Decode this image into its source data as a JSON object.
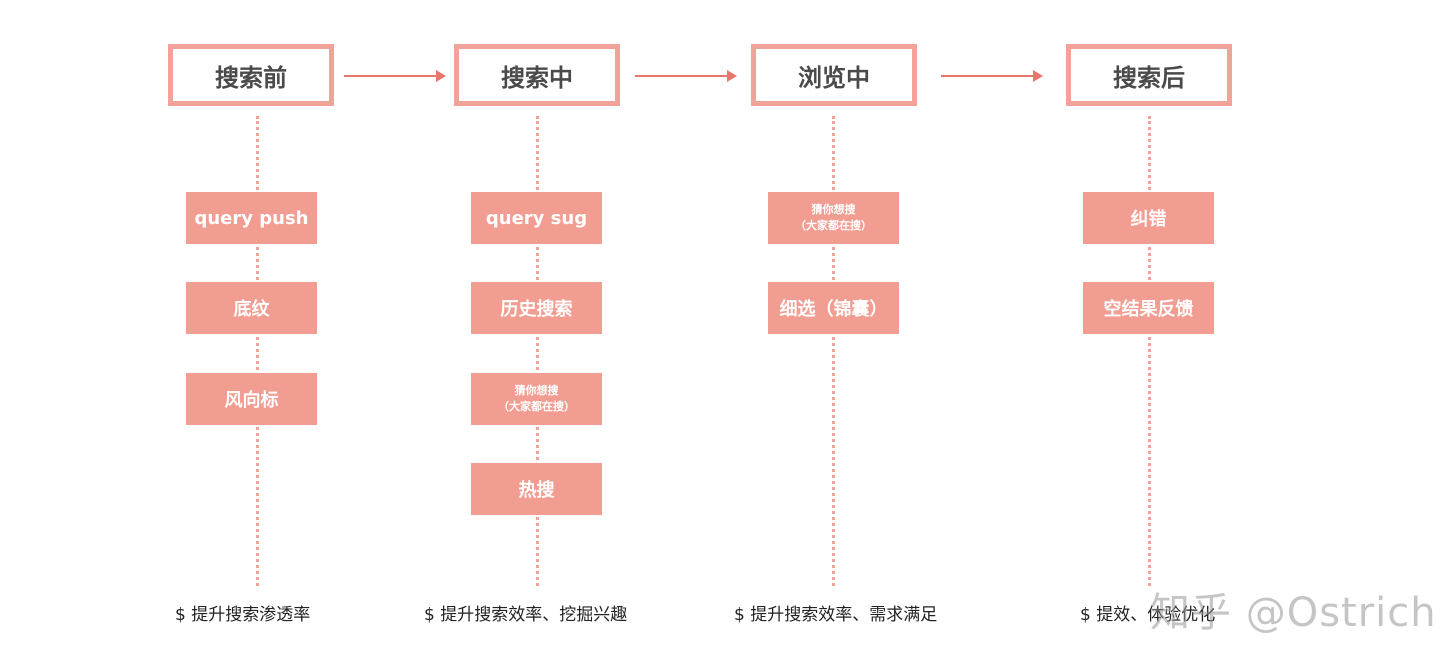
{
  "stages": [
    {
      "title": "搜索前",
      "items": [
        {
          "label": "query push"
        },
        {
          "label": "底纹"
        },
        {
          "label": "风向标"
        }
      ],
      "outcome": "$ 提升搜索渗透率"
    },
    {
      "title": "搜索中",
      "items": [
        {
          "label": "query sug"
        },
        {
          "label": "历史搜索"
        },
        {
          "line1": "猜你想搜",
          "line2": "（大家都在搜）"
        },
        {
          "label": "热搜"
        }
      ],
      "outcome": "$ 提升搜索效率、挖掘兴趣"
    },
    {
      "title": "浏览中",
      "items": [
        {
          "line1": "猜你想搜",
          "line2": "（大家都在搜）"
        },
        {
          "label": "细选（锦囊）"
        }
      ],
      "outcome": "$ 提升搜索效率、需求满足"
    },
    {
      "title": "搜索后",
      "items": [
        {
          "label": "纠错"
        },
        {
          "label": "空结果反馈"
        }
      ],
      "outcome": "$ 提效、体验优化"
    }
  ],
  "watermark": "知乎 @Ostrich"
}
